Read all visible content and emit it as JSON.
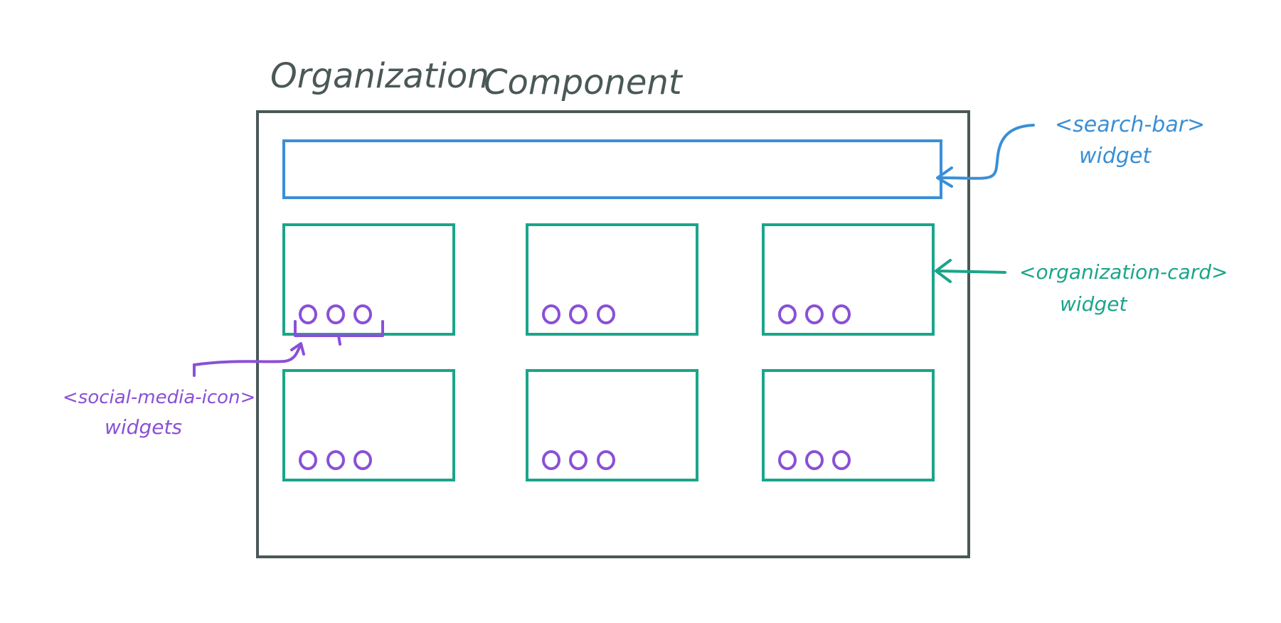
{
  "title": {
    "word1": "Organization",
    "word2": "Component"
  },
  "annotations": {
    "search_bar": {
      "line1": "<search-bar>",
      "line2": "widget"
    },
    "organization_card": {
      "line1": "<organization-card>",
      "line2": "widget"
    },
    "social_media_icon": {
      "line1": "<social-media-icon>",
      "line2": "widgets"
    }
  },
  "layout": {
    "card_rows": 2,
    "card_columns": 3,
    "icons_per_card": 3
  },
  "colors": {
    "frame": "#4a5857",
    "search_bar": "#3a8fd6",
    "card": "#1aa58a",
    "icon": "#8a50d6",
    "title_text": "#4a5857"
  }
}
